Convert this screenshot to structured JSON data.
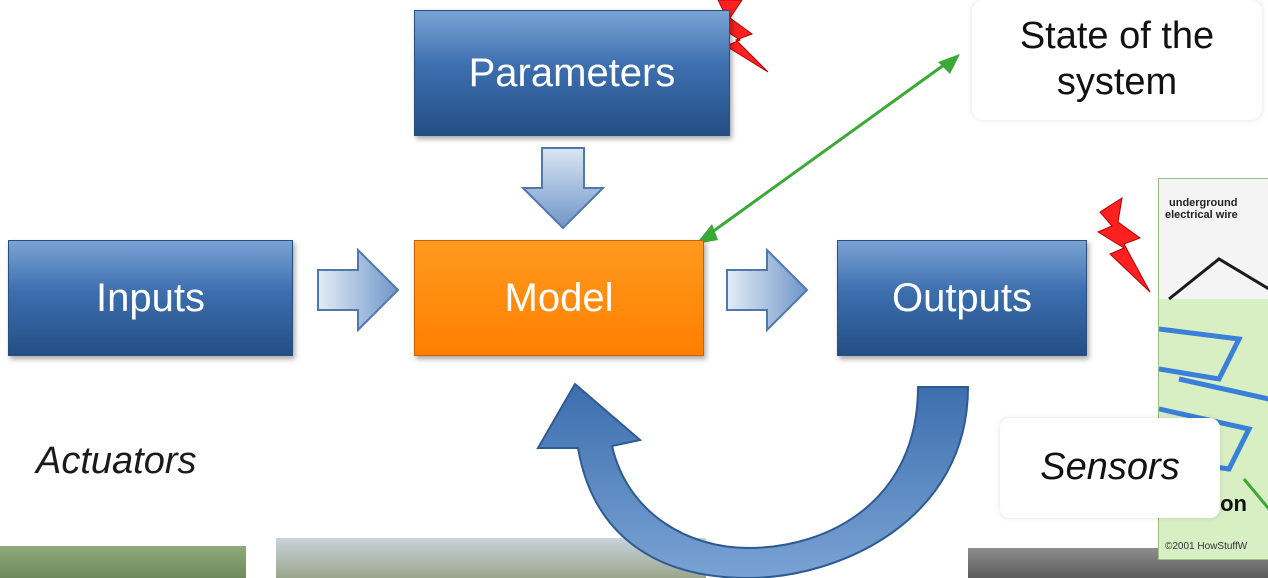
{
  "diagram": {
    "parameters": "Parameters",
    "inputs": "Inputs",
    "model": "Model",
    "outputs": "Outputs",
    "state_line1": "State of the",
    "state_line2": "system",
    "actuators": "Actuators",
    "sensors": "Sensors"
  },
  "inset_image": {
    "label1": "underground",
    "label2": "electrical wire",
    "label3": "uction",
    "credit": "©2001 HowStuffW"
  },
  "colors": {
    "box_blue": "#3c6eae",
    "model_orange": "#ff7f00",
    "state_arrow_green": "#3aa935",
    "lightning_red": "#ff2020"
  }
}
